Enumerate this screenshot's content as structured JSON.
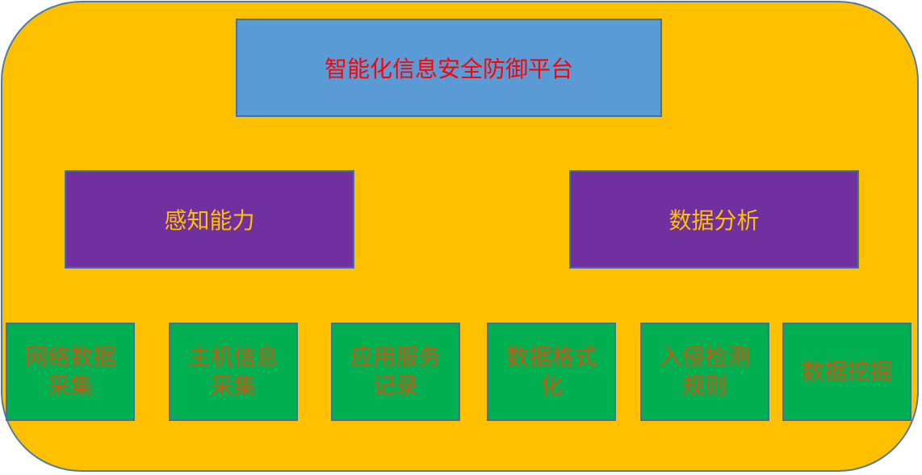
{
  "diagram": {
    "root": {
      "label": "智能化信息安全防御平台"
    },
    "categories": [
      {
        "label": "感知能力"
      },
      {
        "label": "数据分析"
      }
    ],
    "leaves": [
      {
        "label": "网络数据采集"
      },
      {
        "label": "主机信息采集"
      },
      {
        "label": "应用服务记录"
      },
      {
        "label": "数据格式化"
      },
      {
        "label": "入侵检测规则"
      },
      {
        "label": "数据挖掘"
      }
    ],
    "colors": {
      "background": "#FFC000",
      "root_fill": "#5B9BD5",
      "root_text": "#FF0000",
      "category_fill": "#7030A0",
      "category_text": "#FFC000",
      "leaf_fill": "#00B050",
      "leaf_text": "#C55A11",
      "border": "#41719C"
    }
  }
}
